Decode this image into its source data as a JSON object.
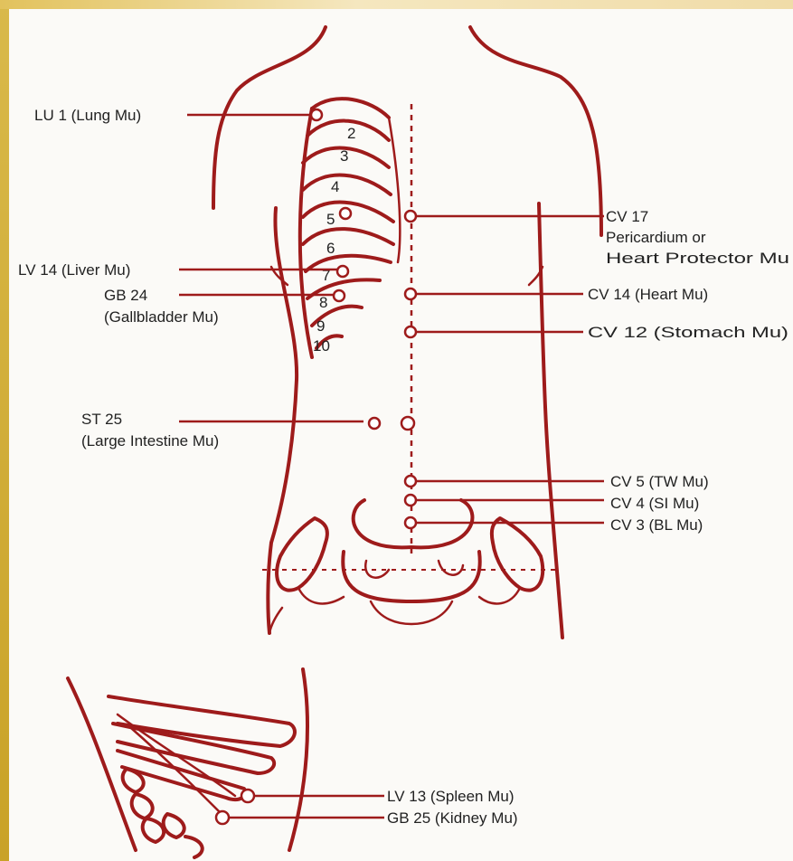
{
  "labels": {
    "lu1": "LU 1 (Lung Mu)",
    "cv17_1": "CV 17",
    "cv17_2": "Pericardium or",
    "cv17_3": "Heart Protector Mu",
    "lv14": "LV 14 (Liver Mu)",
    "gb24_1": "GB 24",
    "gb24_2": "(Gallbladder Mu)",
    "cv14": "CV 14 (Heart Mu)",
    "cv12": "CV 12 (Stomach Mu)",
    "st25_1": "ST 25",
    "st25_2": "(Large Intestine Mu)",
    "cv5": "CV 5 (TW Mu)",
    "cv4": "CV 4 (SI Mu)",
    "cv3": "CV 3 (BL Mu)",
    "lv13": "LV 13 (Spleen Mu)",
    "gb25": "GB 25 (Kidney Mu)"
  },
  "rib_numbers": [
    "2",
    "3",
    "4",
    "5",
    "6",
    "7",
    "8",
    "9",
    "10"
  ],
  "colors": {
    "line": "#9e1b1b",
    "frame": "#d4b233",
    "background": "#fbfaf7"
  }
}
